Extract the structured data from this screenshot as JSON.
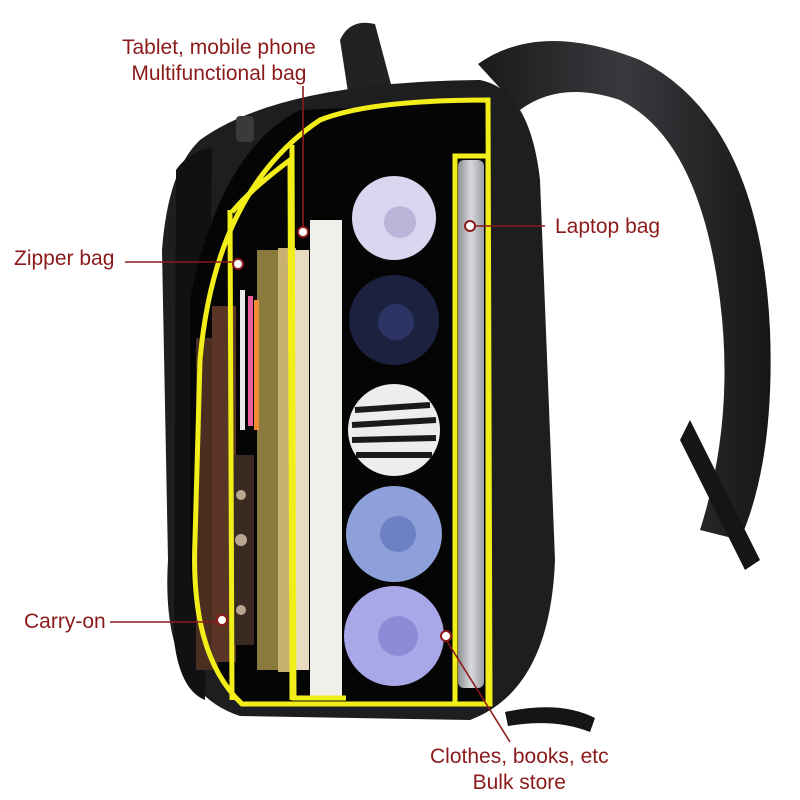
{
  "labels": {
    "tablet_line1": "Tablet, mobile phone",
    "tablet_line2": "Multifunctional bag",
    "zipper": "Zipper bag",
    "laptop": "Laptop bag",
    "carry_on": "Carry-on",
    "bulk_line1": "Clothes, books, etc",
    "bulk_line2": "Bulk store"
  },
  "colors": {
    "label_text": "#8b1a1a",
    "leader_line": "#8b1a1a",
    "outline": "#f2ee1a",
    "bag_body": "#1e1e20"
  }
}
